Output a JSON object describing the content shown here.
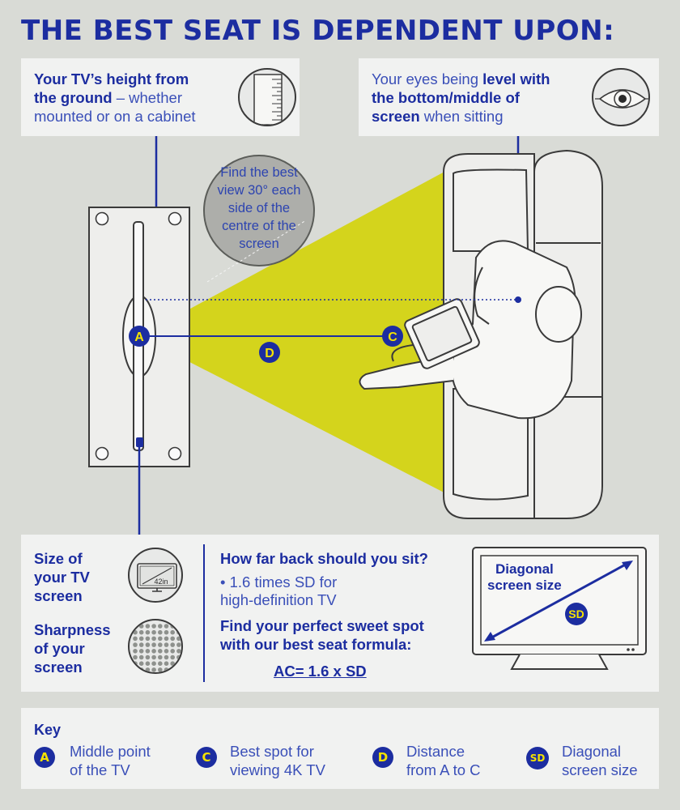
{
  "title": "THE BEST SEAT IS DEPENDENT UPON:",
  "tv_height": {
    "line1_bold": "Your TV’s height from",
    "line2_bold": "the ground",
    "line2_rest": " – whether",
    "line3": "mounted or on a cabinet"
  },
  "eye_level": {
    "line1_start": "Your eyes being ",
    "line1_bold": "level with",
    "line2_bold": "the bottom/middle of",
    "line3_bold": "screen",
    "line3_rest": " when sitting"
  },
  "angle_note": [
    "Find the best",
    "view 30° each",
    "side of the",
    "centre of the",
    "screen"
  ],
  "diagram_labels": {
    "a": "A",
    "c": "C",
    "d": "D"
  },
  "size_block": {
    "size_text": [
      "Size of",
      "your TV",
      "screen"
    ],
    "size_icon_label": "42in",
    "sharpness_text": [
      "Sharpness",
      "of your",
      "screen"
    ]
  },
  "how_far": {
    "heading": "How far back should you sit?",
    "bullet_line1": "• 1.6 times SD for",
    "bullet_line2": "high-definition TV",
    "formula_heading_1": "Find your perfect sweet spot",
    "formula_heading_2": "with our best seat formula:",
    "formula": "AC= 1.6 x SD"
  },
  "tv_graphic": {
    "label_line1": "Diagonal",
    "label_line2": "screen size",
    "badge": "SD"
  },
  "key": {
    "title": "Key",
    "items": [
      {
        "badge": "A",
        "line1": "Middle point",
        "line2": "of the TV"
      },
      {
        "badge": "C",
        "line1": "Best spot for",
        "line2": "viewing 4K TV"
      },
      {
        "badge": "D",
        "line1": "Distance",
        "line2": "from A to C"
      },
      {
        "badge": "SD",
        "line1": "Diagonal",
        "line2": "screen size"
      }
    ]
  },
  "colors": {
    "brand_blue": "#1c2da0",
    "accent_yellow": "#f4e200",
    "cone_yellow": "#d4d41c",
    "background": "#d9dbd6"
  }
}
